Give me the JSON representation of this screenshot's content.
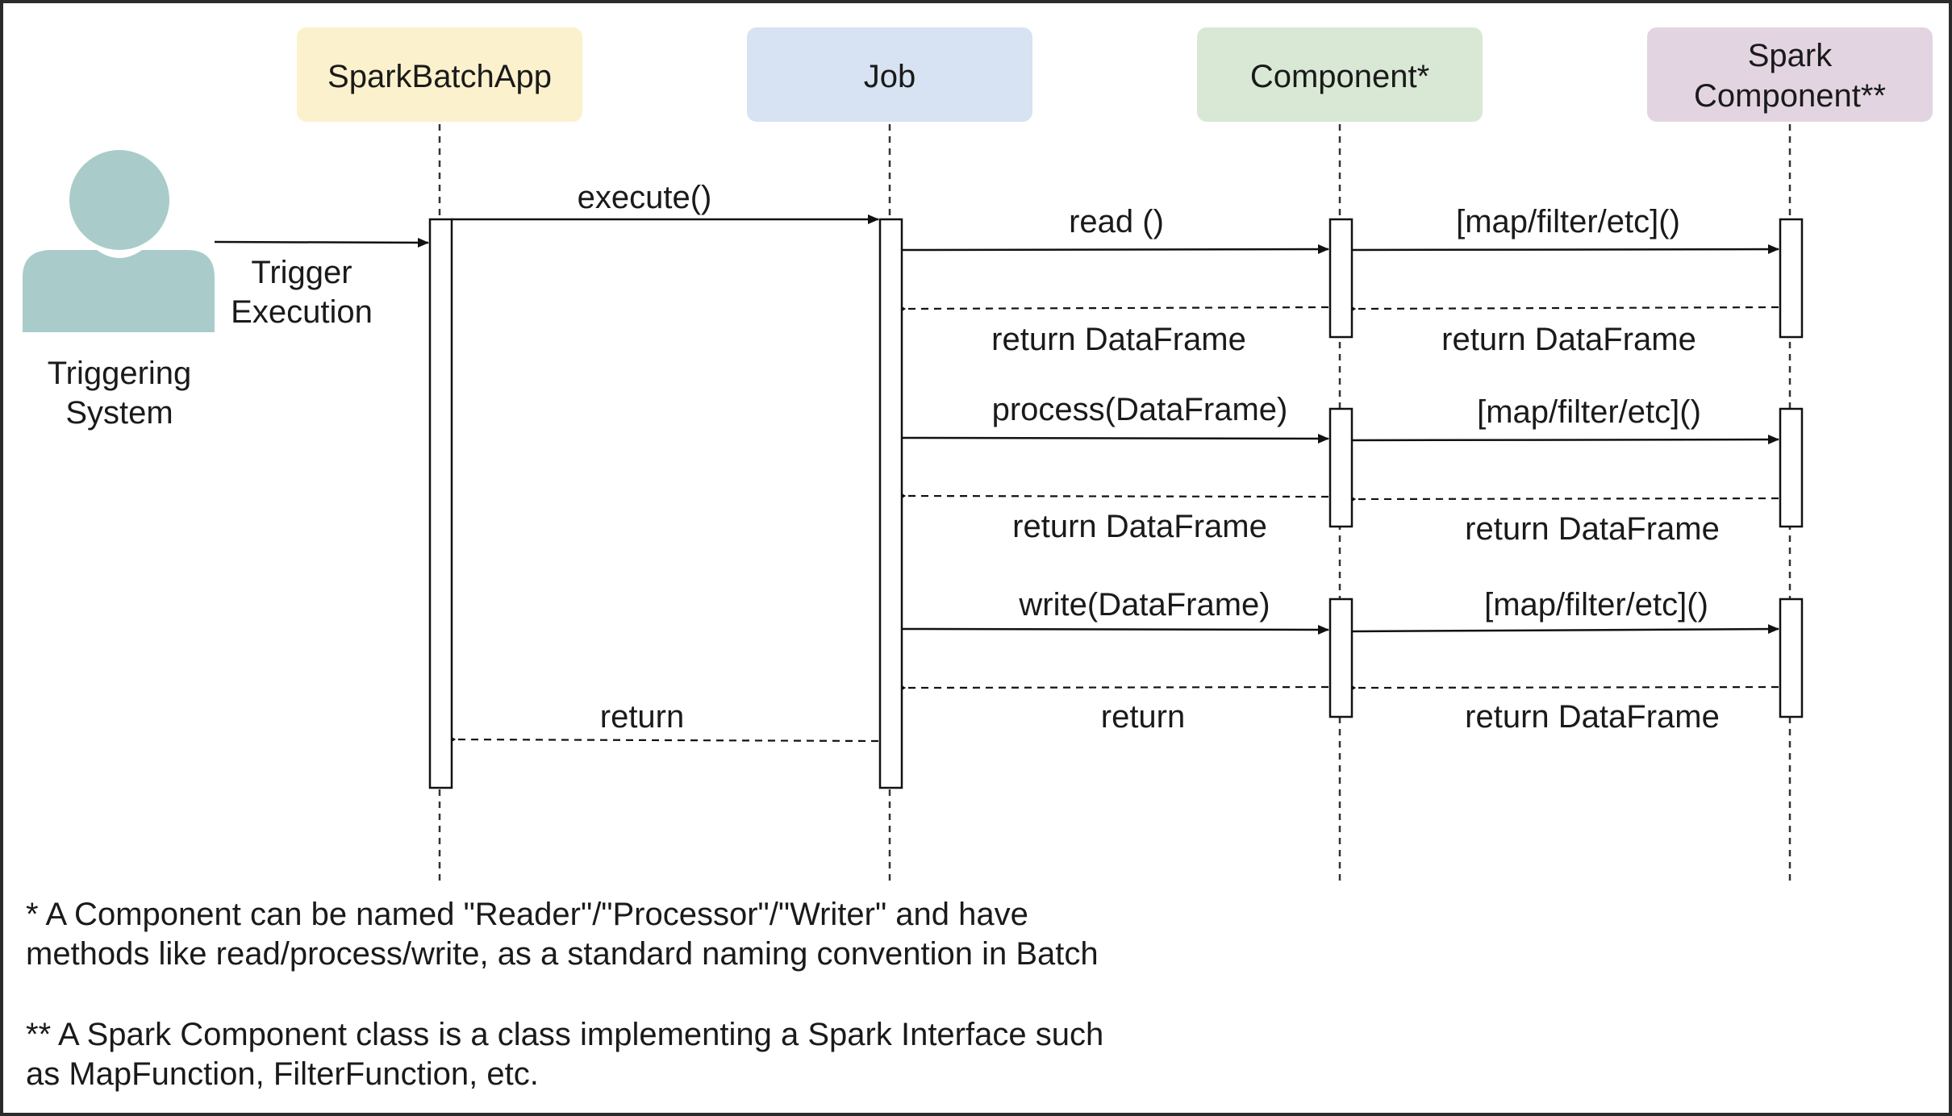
{
  "participants": [
    {
      "key": "app",
      "label_lines": [
        "SparkBatchApp"
      ],
      "fill": "#fbf1cc"
    },
    {
      "key": "job",
      "label_lines": [
        "Job"
      ],
      "fill": "#d7e2f2"
    },
    {
      "key": "component",
      "label_lines": [
        "Component*"
      ],
      "fill": "#d9e8d5"
    },
    {
      "key": "spark",
      "label_lines": [
        "Spark",
        "Component**"
      ],
      "fill": "#e2d5e1"
    }
  ],
  "actor": {
    "label_lines": [
      "Triggering",
      "System"
    ],
    "color": "#a9cccb",
    "trigger_label_lines": [
      "Trigger",
      "Execution"
    ]
  },
  "messages": [
    {
      "from": "app",
      "to": "job",
      "label": "execute()",
      "kind": "sync"
    },
    {
      "from": "job",
      "to": "component",
      "label": "read ()",
      "kind": "sync"
    },
    {
      "from": "component",
      "to": "spark",
      "label": "[map/filter/etc]()",
      "kind": "sync"
    },
    {
      "from": "component",
      "to": "job",
      "label": "return DataFrame",
      "kind": "return"
    },
    {
      "from": "spark",
      "to": "component",
      "label": "return DataFrame",
      "kind": "return"
    },
    {
      "from": "job",
      "to": "component",
      "label": "process(DataFrame)",
      "kind": "sync"
    },
    {
      "from": "component",
      "to": "spark",
      "label": "[map/filter/etc]()",
      "kind": "sync"
    },
    {
      "from": "component",
      "to": "job",
      "label": "return DataFrame",
      "kind": "return"
    },
    {
      "from": "spark",
      "to": "component",
      "label": "return DataFrame",
      "kind": "return"
    },
    {
      "from": "job",
      "to": "component",
      "label": "write(DataFrame)",
      "kind": "sync"
    },
    {
      "from": "component",
      "to": "spark",
      "label": "[map/filter/etc]()",
      "kind": "sync"
    },
    {
      "from": "job",
      "to": "app",
      "label": "return",
      "kind": "return"
    },
    {
      "from": "component",
      "to": "job",
      "label": "return",
      "kind": "return"
    },
    {
      "from": "spark",
      "to": "component",
      "label": "return DataFrame",
      "kind": "return"
    }
  ],
  "footnotes": {
    "note1": [
      "* A Component can be named \"Reader\"/\"Processor\"/\"Writer\" and have",
      "methods like read/process/write, as a standard naming convention in Batch"
    ],
    "note2": [
      "** A Spark Component class is a class implementing a Spark Interface such",
      "as MapFunction, FilterFunction, etc."
    ]
  }
}
